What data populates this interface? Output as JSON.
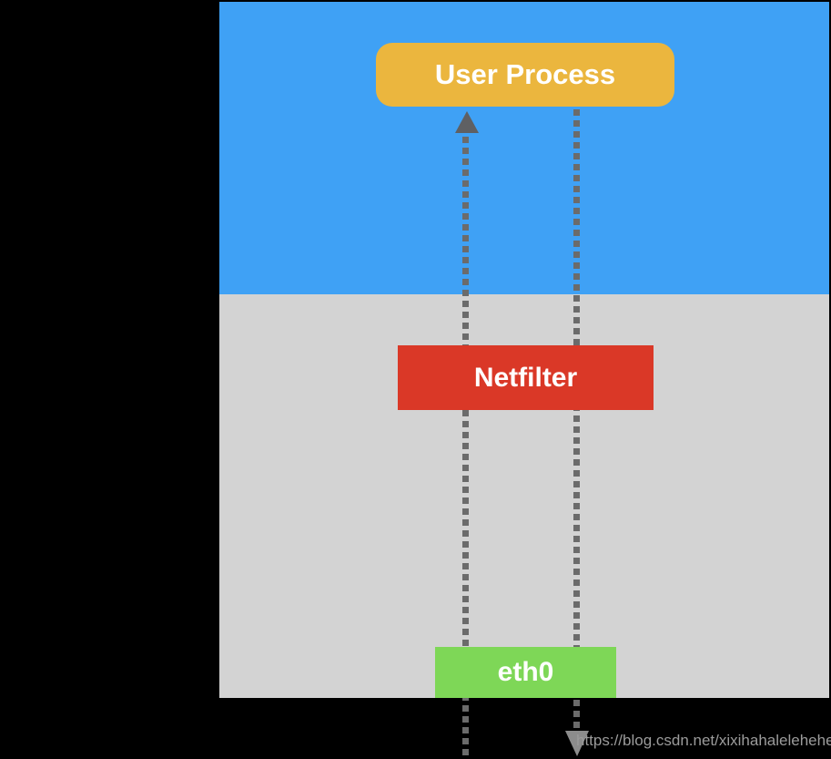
{
  "diagram": {
    "background_color": "#000000",
    "regions": {
      "user_space": {
        "color": "#3fa1f5"
      },
      "kernel_space": {
        "color": "#d3d3d3"
      }
    },
    "nodes": {
      "user_process": {
        "label": "User Process",
        "color": "#ebb63e",
        "text_color": "#ffffff"
      },
      "netfilter": {
        "label": "Netfilter",
        "color": "#da3827",
        "text_color": "#ffffff"
      },
      "eth0": {
        "label": "eth0",
        "color": "#7ed757",
        "text_color": "#ffffff"
      }
    },
    "flows": {
      "incoming": {
        "direction": "up"
      },
      "outgoing": {
        "direction": "down"
      },
      "line_color": "#6b6b6b"
    },
    "watermark": {
      "text": "https://blog.csdn.net/xixihahalelehehe",
      "color": "#9b9b9b"
    }
  }
}
